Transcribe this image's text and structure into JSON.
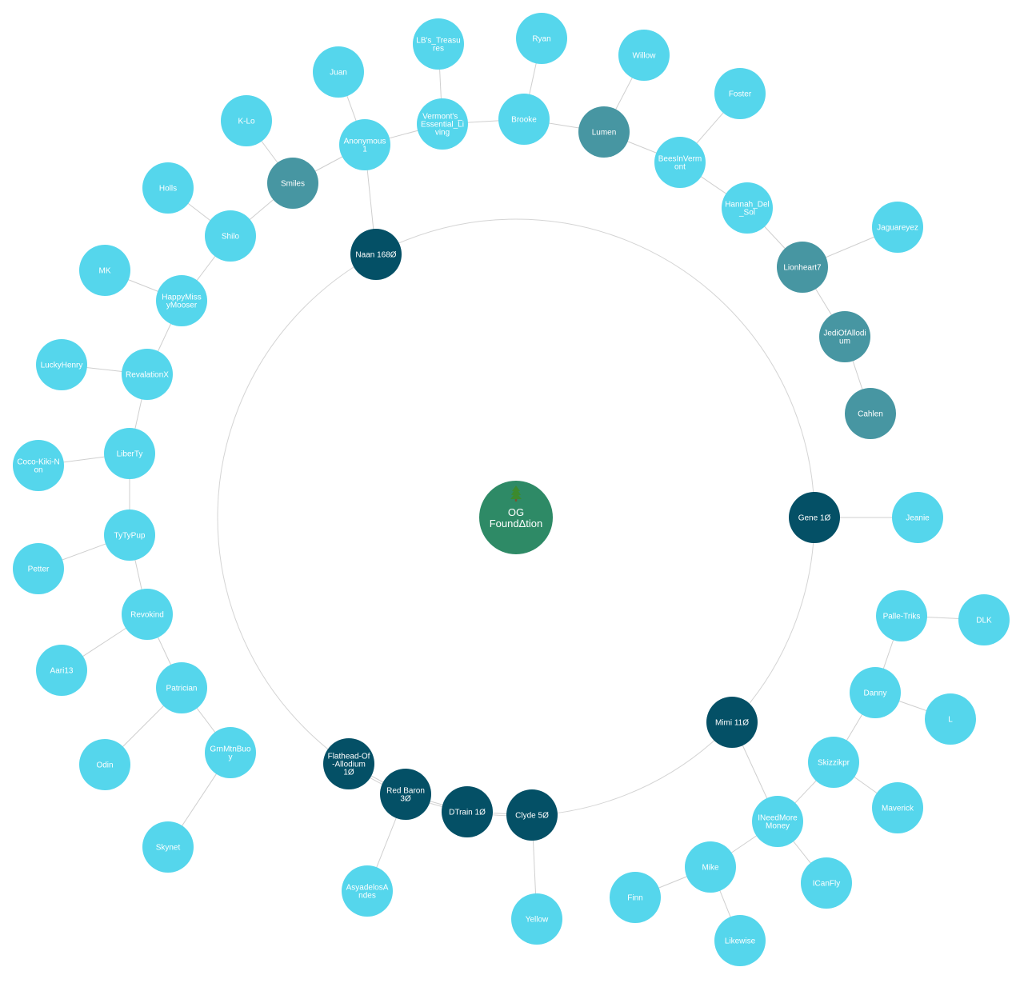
{
  "colors": {
    "root": "#2e8a66",
    "hub": "#045066",
    "mid": "#4796a2",
    "leaf": "#55d6ec",
    "edge": "#cfcfcf",
    "ring": "#d4d4d4"
  },
  "root": {
    "id": "root",
    "lines": [
      "OG",
      "FoundΔtion"
    ],
    "icon": "tree-icon"
  },
  "nodes": [
    {
      "id": "naan",
      "lines": [
        "Naan 168Ø"
      ],
      "kind": "hub"
    },
    {
      "id": "gene",
      "lines": [
        "Gene 1Ø"
      ],
      "kind": "hub"
    },
    {
      "id": "mimi",
      "lines": [
        "Mimi 11Ø"
      ],
      "kind": "hub"
    },
    {
      "id": "clyde",
      "lines": [
        "Clyde 5Ø"
      ],
      "kind": "hub"
    },
    {
      "id": "dtrain",
      "lines": [
        "DTrain 1Ø"
      ],
      "kind": "hub"
    },
    {
      "id": "redbaron",
      "lines": [
        "Red Baron",
        "3Ø"
      ],
      "kind": "hub"
    },
    {
      "id": "flathead",
      "lines": [
        "Flathead-Of",
        "-Allodium",
        "1Ø"
      ],
      "kind": "hub"
    },
    {
      "id": "smiles",
      "lines": [
        "Smiles"
      ],
      "kind": "mid"
    },
    {
      "id": "lumen",
      "lines": [
        "Lumen"
      ],
      "kind": "mid"
    },
    {
      "id": "lionheart",
      "lines": [
        "Lionheart7"
      ],
      "kind": "mid"
    },
    {
      "id": "jedi",
      "lines": [
        "JediOfAllodi",
        "um"
      ],
      "kind": "mid"
    },
    {
      "id": "cahlen",
      "lines": [
        "Cahlen"
      ],
      "kind": "mid"
    },
    {
      "id": "anon",
      "lines": [
        "Anonymous",
        "1"
      ],
      "kind": "leaf"
    },
    {
      "id": "juan",
      "lines": [
        "Juan"
      ],
      "kind": "leaf"
    },
    {
      "id": "vermont",
      "lines": [
        "Vermont's_",
        "Essential_Li",
        "ving"
      ],
      "kind": "leaf"
    },
    {
      "id": "lbs",
      "lines": [
        "LB's_Treasu",
        "res"
      ],
      "kind": "leaf"
    },
    {
      "id": "brooke",
      "lines": [
        "Brooke"
      ],
      "kind": "leaf"
    },
    {
      "id": "ryan",
      "lines": [
        "Ryan"
      ],
      "kind": "leaf"
    },
    {
      "id": "willow",
      "lines": [
        "Willow"
      ],
      "kind": "leaf"
    },
    {
      "id": "bees",
      "lines": [
        "BeesInVerm",
        "ont"
      ],
      "kind": "leaf"
    },
    {
      "id": "foster",
      "lines": [
        "Foster"
      ],
      "kind": "leaf"
    },
    {
      "id": "hannah",
      "lines": [
        "Hannah_Del",
        "_Sol"
      ],
      "kind": "leaf"
    },
    {
      "id": "jaguar",
      "lines": [
        "Jaguareyez"
      ],
      "kind": "leaf"
    },
    {
      "id": "klo",
      "lines": [
        "K-Lo"
      ],
      "kind": "leaf"
    },
    {
      "id": "shilo",
      "lines": [
        "Shilo"
      ],
      "kind": "leaf"
    },
    {
      "id": "holls",
      "lines": [
        "Holls"
      ],
      "kind": "leaf"
    },
    {
      "id": "happy",
      "lines": [
        "HappyMiss",
        "yMooser"
      ],
      "kind": "leaf"
    },
    {
      "id": "mk",
      "lines": [
        "MK"
      ],
      "kind": "leaf"
    },
    {
      "id": "revx",
      "lines": [
        "RevalationX"
      ],
      "kind": "leaf"
    },
    {
      "id": "lucky",
      "lines": [
        "LuckyHenry"
      ],
      "kind": "leaf"
    },
    {
      "id": "liberty",
      "lines": [
        "LiberTy"
      ],
      "kind": "leaf"
    },
    {
      "id": "coco",
      "lines": [
        "Coco-Kiki-N",
        "on"
      ],
      "kind": "leaf"
    },
    {
      "id": "tyty",
      "lines": [
        "TyTyPup"
      ],
      "kind": "leaf"
    },
    {
      "id": "petter",
      "lines": [
        "Petter"
      ],
      "kind": "leaf"
    },
    {
      "id": "revokind",
      "lines": [
        "Revokind"
      ],
      "kind": "leaf"
    },
    {
      "id": "aari",
      "lines": [
        "Aari13"
      ],
      "kind": "leaf"
    },
    {
      "id": "patrician",
      "lines": [
        "Patrician"
      ],
      "kind": "leaf"
    },
    {
      "id": "odin",
      "lines": [
        "Odin"
      ],
      "kind": "leaf"
    },
    {
      "id": "grnmtn",
      "lines": [
        "GrnMtnBuo",
        "y"
      ],
      "kind": "leaf"
    },
    {
      "id": "skynet",
      "lines": [
        "Skynet"
      ],
      "kind": "leaf"
    },
    {
      "id": "jeanie",
      "lines": [
        "Jeanie"
      ],
      "kind": "leaf"
    },
    {
      "id": "palle",
      "lines": [
        "Palle-Triks"
      ],
      "kind": "leaf"
    },
    {
      "id": "dlk",
      "lines": [
        "DLK"
      ],
      "kind": "leaf"
    },
    {
      "id": "danny",
      "lines": [
        "Danny"
      ],
      "kind": "leaf"
    },
    {
      "id": "l",
      "lines": [
        "L"
      ],
      "kind": "leaf"
    },
    {
      "id": "skizz",
      "lines": [
        "Skizzikpr"
      ],
      "kind": "leaf"
    },
    {
      "id": "maverick",
      "lines": [
        "Maverick"
      ],
      "kind": "leaf"
    },
    {
      "id": "ineed",
      "lines": [
        "INeedMore",
        "Money"
      ],
      "kind": "leaf"
    },
    {
      "id": "icanfly",
      "lines": [
        "ICanFly"
      ],
      "kind": "leaf"
    },
    {
      "id": "mike",
      "lines": [
        "Mike"
      ],
      "kind": "leaf"
    },
    {
      "id": "finn",
      "lines": [
        "Finn"
      ],
      "kind": "leaf"
    },
    {
      "id": "likewise",
      "lines": [
        "Likewise"
      ],
      "kind": "leaf"
    },
    {
      "id": "yellow",
      "lines": [
        "Yellow"
      ],
      "kind": "leaf"
    },
    {
      "id": "asyadelos",
      "lines": [
        "AsyadelosA",
        "ndes"
      ],
      "kind": "leaf"
    }
  ],
  "edges": [
    [
      "naan",
      "anon"
    ],
    [
      "anon",
      "juan"
    ],
    [
      "anon",
      "smiles"
    ],
    [
      "anon",
      "vermont"
    ],
    [
      "vermont",
      "lbs"
    ],
    [
      "vermont",
      "brooke"
    ],
    [
      "brooke",
      "ryan"
    ],
    [
      "brooke",
      "lumen"
    ],
    [
      "lumen",
      "willow"
    ],
    [
      "lumen",
      "bees"
    ],
    [
      "bees",
      "foster"
    ],
    [
      "bees",
      "hannah"
    ],
    [
      "hannah",
      "lionheart"
    ],
    [
      "lionheart",
      "jaguar"
    ],
    [
      "lionheart",
      "jedi"
    ],
    [
      "jedi",
      "cahlen"
    ],
    [
      "smiles",
      "klo"
    ],
    [
      "smiles",
      "shilo"
    ],
    [
      "shilo",
      "holls"
    ],
    [
      "shilo",
      "happy"
    ],
    [
      "happy",
      "mk"
    ],
    [
      "happy",
      "revx"
    ],
    [
      "revx",
      "lucky"
    ],
    [
      "revx",
      "liberty"
    ],
    [
      "liberty",
      "coco"
    ],
    [
      "liberty",
      "tyty"
    ],
    [
      "tyty",
      "petter"
    ],
    [
      "tyty",
      "revokind"
    ],
    [
      "revokind",
      "aari"
    ],
    [
      "revokind",
      "patrician"
    ],
    [
      "patrician",
      "odin"
    ],
    [
      "patrician",
      "grnmtn"
    ],
    [
      "grnmtn",
      "skynet"
    ],
    [
      "gene",
      "jeanie"
    ],
    [
      "mimi",
      "ineed"
    ],
    [
      "ineed",
      "skizz"
    ],
    [
      "skizz",
      "danny"
    ],
    [
      "skizz",
      "maverick"
    ],
    [
      "danny",
      "palle"
    ],
    [
      "danny",
      "l"
    ],
    [
      "palle",
      "dlk"
    ],
    [
      "ineed",
      "icanfly"
    ],
    [
      "ineed",
      "mike"
    ],
    [
      "mike",
      "finn"
    ],
    [
      "mike",
      "likewise"
    ],
    [
      "clyde",
      "yellow"
    ],
    [
      "clyde",
      "dtrain"
    ],
    [
      "dtrain",
      "redbaron"
    ],
    [
      "redbaron",
      "flathead"
    ],
    [
      "redbaron",
      "asyadelos"
    ]
  ]
}
